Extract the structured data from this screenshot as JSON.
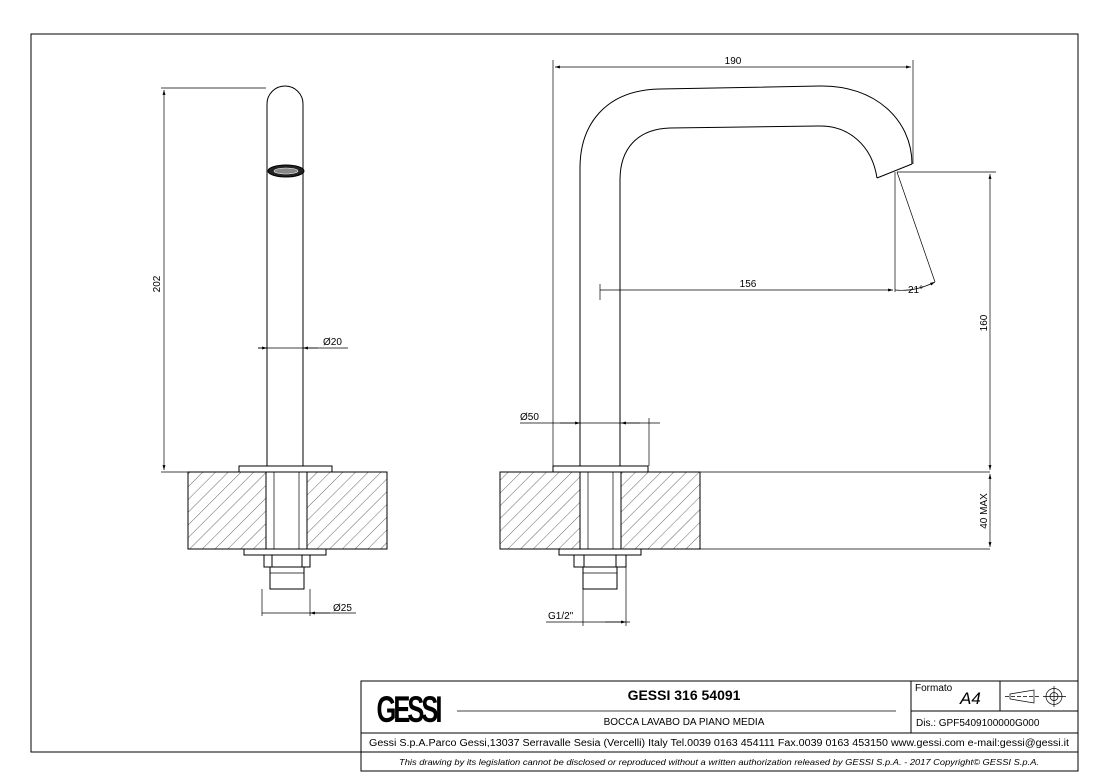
{
  "drawing": {
    "front_view": {
      "height_dim": "202",
      "spout_diameter_dim": "Ø20",
      "thread_diameter_dim": "Ø25"
    },
    "side_view": {
      "width_dim": "190",
      "reach_dim": "156",
      "angle_dim": "21°",
      "outlet_height_dim": "160",
      "base_diameter_dim": "Ø50",
      "deck_thickness_dim": "40 MAX",
      "thread_dim": "G1/2\""
    }
  },
  "title_block": {
    "logo_text": "GESSI",
    "product_code": "GESSI 316 54091",
    "product_description": "BOCCA LAVABO DA PIANO MEDIA",
    "format_label": "Formato",
    "format_value": "A4",
    "drawing_number": "Dis.: GPF5409100000G000",
    "company_info": "Gessi S.p.A.Parco Gessi,13037 Serravalle Sesia (Vercelli) Italy Tel.0039 0163 454111 Fax.0039 0163 453150 www.gessi.com e-mail:gessi@gessi.it",
    "legal_notice": "This drawing by its legislation cannot be disclosed or reproduced without a written authorization released by GESSI S.p.A. - 2017 Copyright© GESSI S.p.A.",
    "projection_symbol": "first-angle-projection-icon"
  }
}
